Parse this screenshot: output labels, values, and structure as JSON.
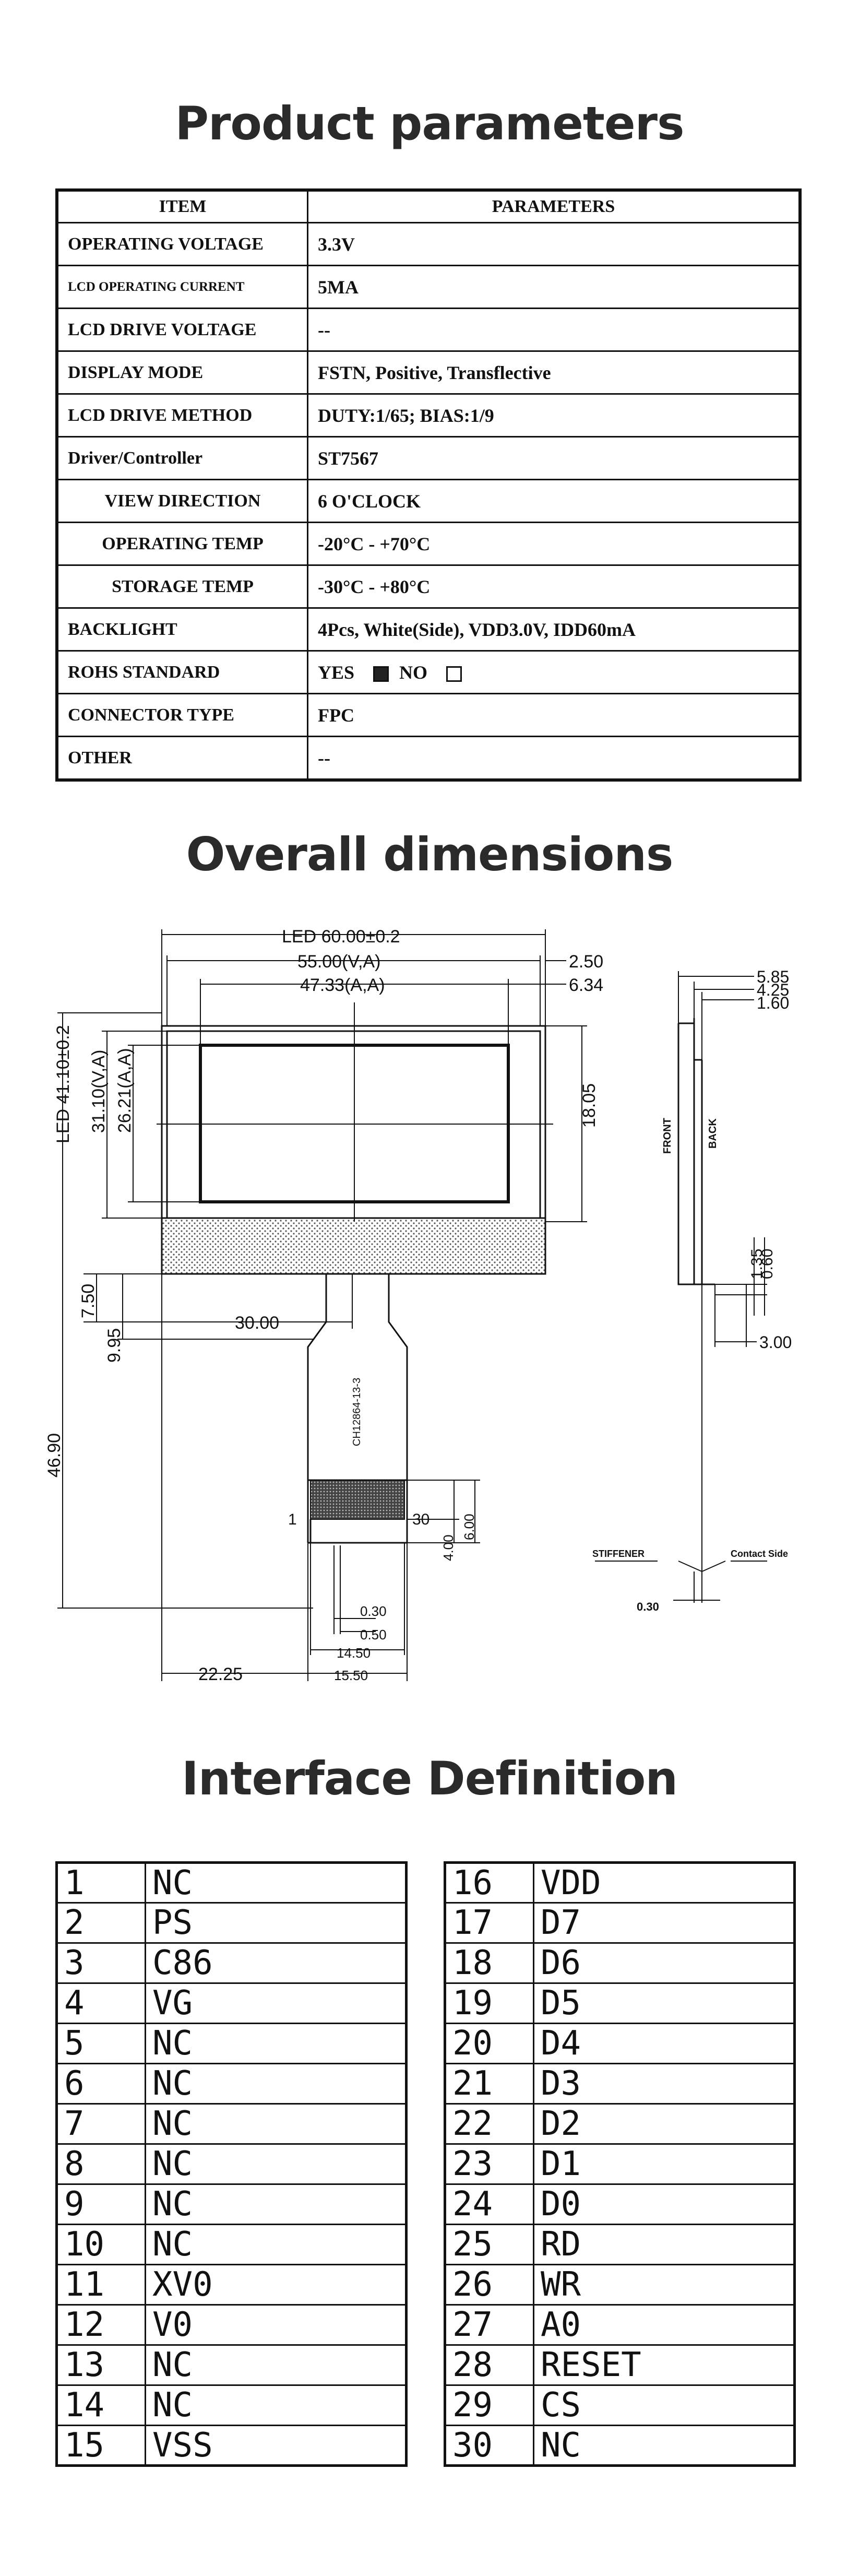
{
  "sections": {
    "params_title": "Product parameters",
    "dims_title": "Overall dimensions",
    "iface_title": "Interface Definition"
  },
  "params": {
    "header_item": "ITEM",
    "header_value": "PARAMETERS",
    "rows": [
      {
        "item": "OPERATING VOLTAGE",
        "value": "3.3V"
      },
      {
        "item": "LCD OPERATING CURRENT",
        "value": "5MA"
      },
      {
        "item": "LCD DRIVE VOLTAGE",
        "value": "--"
      },
      {
        "item": "DISPLAY MODE",
        "value": "FSTN, Positive, Transflective"
      },
      {
        "item": "LCD DRIVE METHOD",
        "value": "DUTY:1/65; BIAS:1/9"
      },
      {
        "item": "Driver/Controller",
        "value": "ST7567"
      },
      {
        "item": "VIEW DIRECTION",
        "value": "6 O'CLOCK"
      },
      {
        "item": "OPERATING TEMP",
        "value": "-20°C - +70°C"
      },
      {
        "item": "STORAGE TEMP",
        "value": "-30°C - +80°C"
      },
      {
        "item": "BACKLIGHT",
        "value": "4Pcs, White(Side), VDD3.0V, IDD60mA"
      },
      {
        "item": "ROHS STANDARD",
        "yes": "YES",
        "no": "NO"
      },
      {
        "item": "CONNECTOR TYPE",
        "value": "FPC"
      },
      {
        "item": "OTHER",
        "value": "--"
      }
    ]
  },
  "dims": {
    "led_w": "LED 60.00±0.2",
    "va_w": "55.00(V,A)",
    "aa_w": "47.33(A,A)",
    "d250": "2.50",
    "d634": "6.34",
    "d1805": "18.05",
    "led_h": "LED 41.10±0.2",
    "va_h": "31.10(V,A)",
    "aa_h": "26.21(A,A)",
    "d750": "7.50",
    "d995": "9.95",
    "d4690": "46.90",
    "d3000": "30.00",
    "fpc_code": "CH12864-13-3",
    "pin1": "1",
    "pin30": "30",
    "d400": "4.00",
    "d600": "6.00",
    "d030": "0.30",
    "d050": "0.50",
    "d1450": "14.50",
    "d1550": "15.50",
    "d2225": "22.25",
    "s585": "5.85",
    "s425": "4.25",
    "s160": "1.60",
    "s135": "1.35",
    "s060": "0.60",
    "s300": "3.00",
    "front": "FRONT",
    "back": "BACK",
    "stiffener": "STIFFENER",
    "contact": "Contact Side",
    "s030": "0.30"
  },
  "pins_left": [
    {
      "n": "1",
      "s": "NC"
    },
    {
      "n": "2",
      "s": "PS"
    },
    {
      "n": "3",
      "s": "C86"
    },
    {
      "n": "4",
      "s": "VG"
    },
    {
      "n": "5",
      "s": "NC"
    },
    {
      "n": "6",
      "s": "NC"
    },
    {
      "n": "7",
      "s": "NC"
    },
    {
      "n": "8",
      "s": "NC"
    },
    {
      "n": "9",
      "s": "NC"
    },
    {
      "n": "10",
      "s": "NC"
    },
    {
      "n": "11",
      "s": "XV0"
    },
    {
      "n": "12",
      "s": "V0"
    },
    {
      "n": "13",
      "s": "NC"
    },
    {
      "n": "14",
      "s": "NC"
    },
    {
      "n": "15",
      "s": "VSS"
    }
  ],
  "pins_right": [
    {
      "n": "16",
      "s": "VDD"
    },
    {
      "n": "17",
      "s": "D7"
    },
    {
      "n": "18",
      "s": "D6"
    },
    {
      "n": "19",
      "s": "D5"
    },
    {
      "n": "20",
      "s": "D4"
    },
    {
      "n": "21",
      "s": "D3"
    },
    {
      "n": "22",
      "s": "D2"
    },
    {
      "n": "23",
      "s": "D1"
    },
    {
      "n": "24",
      "s": "D0"
    },
    {
      "n": "25",
      "s": "RD"
    },
    {
      "n": "26",
      "s": "WR"
    },
    {
      "n": "27",
      "s": "A0"
    },
    {
      "n": "28",
      "s": "RESET"
    },
    {
      "n": "29",
      "s": "CS"
    },
    {
      "n": "30",
      "s": "NC"
    }
  ]
}
